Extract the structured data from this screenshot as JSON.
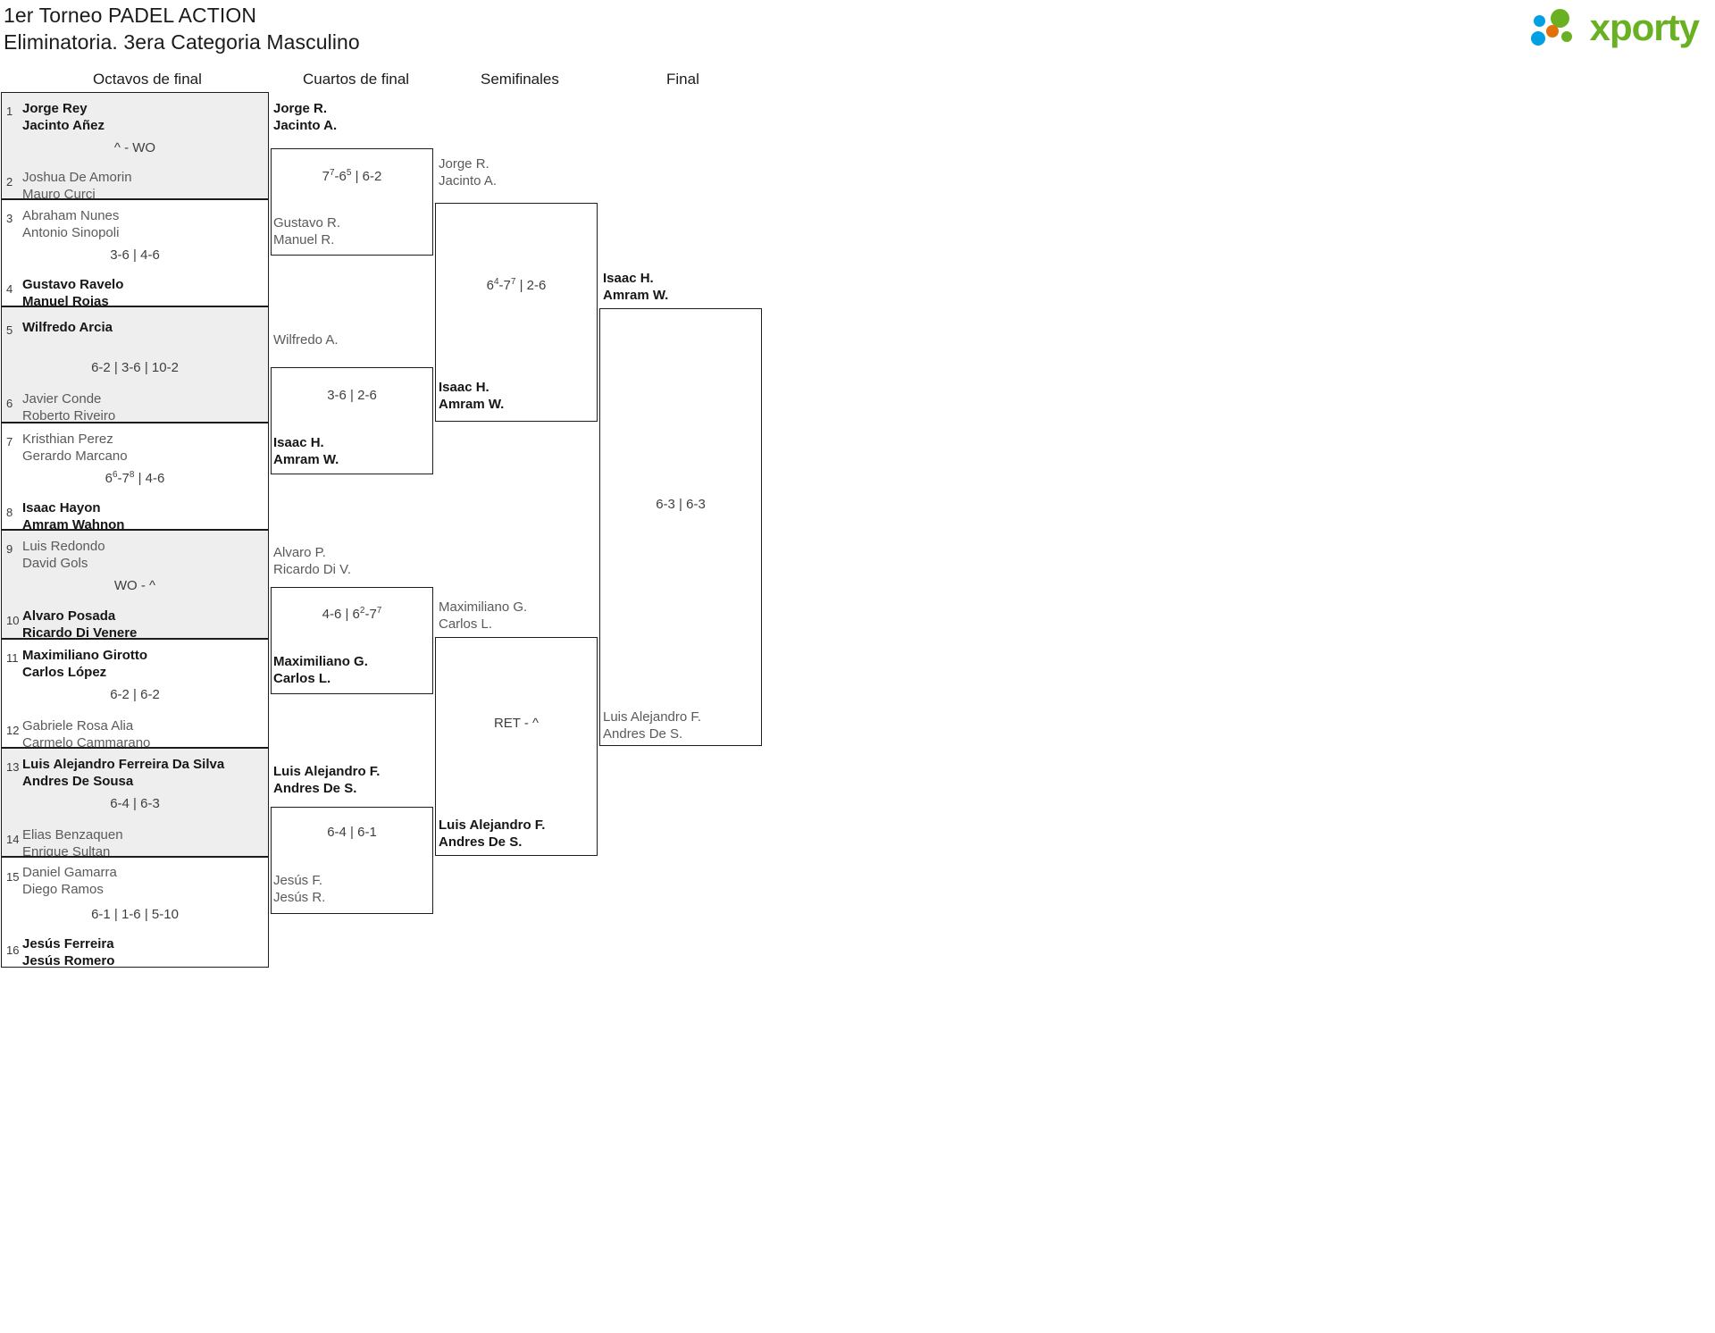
{
  "header": {
    "title_line1": "1er Torneo PADEL ACTION",
    "title_line2": "Eliminatoria. 3era Categoria Masculino",
    "logo_word": "xporty",
    "logo_colors": {
      "green": "#6ab023",
      "blue": "#00a0e2",
      "orange": "#e2700b"
    }
  },
  "rounds": [
    {
      "label": "Octavos de final"
    },
    {
      "label": "Cuartos de final"
    },
    {
      "label": "Semifinales"
    },
    {
      "label": "Final"
    }
  ],
  "r16": [
    {
      "seed_top": "1",
      "top_p1": "Jorge Rey",
      "top_p2": "Jacinto Añez",
      "top_winner": true,
      "seed_bot": "2",
      "bot_p1": "Joshua De Amorin",
      "bot_p2": "Mauro Curci",
      "bot_winner": false,
      "score": "^ - WO",
      "shaded": true
    },
    {
      "seed_top": "3",
      "top_p1": "Abraham Nunes",
      "top_p2": "Antonio Sinopoli",
      "top_winner": false,
      "seed_bot": "4",
      "bot_p1": "Gustavo Ravelo",
      "bot_p2": "Manuel Rojas",
      "bot_winner": true,
      "score": "3-6 | 4-6",
      "shaded": false
    },
    {
      "seed_top": "5",
      "top_p1": "Wilfredo Arcia",
      "top_p2": "",
      "top_winner": true,
      "seed_bot": "6",
      "bot_p1": "Javier Conde",
      "bot_p2": "Roberto Riveiro",
      "bot_winner": false,
      "score": "6-2 | 3-6 | 10-2",
      "shaded": true
    },
    {
      "seed_top": "7",
      "top_p1": "Kristhian Perez",
      "top_p2": "Gerardo Marcano",
      "top_winner": false,
      "seed_bot": "8",
      "bot_p1": "Isaac Hayon",
      "bot_p2": "Amram Wahnon",
      "bot_winner": true,
      "score": "6<sup>6</sup>-7<sup>8</sup> | 4-6",
      "shaded": false
    },
    {
      "seed_top": "9",
      "top_p1": "Luis Redondo",
      "top_p2": "David Gols",
      "top_winner": false,
      "seed_bot": "10",
      "bot_p1": "Alvaro Posada",
      "bot_p2": "Ricardo Di Venere",
      "bot_winner": true,
      "score": "WO - ^",
      "shaded": true
    },
    {
      "seed_top": "11",
      "top_p1": "Maximiliano Girotto",
      "top_p2": "Carlos López",
      "top_winner": true,
      "seed_bot": "12",
      "bot_p1": "Gabriele Rosa Alia",
      "bot_p2": "Carmelo Cammarano",
      "bot_winner": false,
      "score": "6-2 | 6-2",
      "shaded": false
    },
    {
      "seed_top": "13",
      "top_p1": "Luis Alejandro Ferreira Da Silva",
      "top_p2": "Andres De Sousa",
      "top_winner": true,
      "seed_bot": "14",
      "bot_p1": "Elias Benzaquen",
      "bot_p2": "Enrique Sultan",
      "bot_winner": false,
      "score": "6-4 | 6-3",
      "shaded": true
    },
    {
      "seed_top": "15",
      "top_p1": "Daniel Gamarra",
      "top_p2": "Diego Ramos",
      "top_winner": false,
      "seed_bot": "16",
      "bot_p1": "Jesús Ferreira",
      "bot_p2": "Jesús Romero",
      "bot_winner": true,
      "score": "6-1 | 1-6 | 5-10",
      "shaded": false
    }
  ],
  "quarters": [
    {
      "top_p1": "Jorge R.",
      "top_p2": "Jacinto A.",
      "top_winner": true,
      "bot_p1": "Gustavo R.",
      "bot_p2": "Manuel R.",
      "bot_winner": false,
      "score": "7<sup>7</sup>-6<sup>5</sup> | 6-2"
    },
    {
      "top_p1": "Wilfredo A.",
      "top_p2": "",
      "top_winner": false,
      "bot_p1": "Isaac H.",
      "bot_p2": "Amram W.",
      "bot_winner": true,
      "score": "3-6 | 2-6"
    },
    {
      "top_p1": "Alvaro P.",
      "top_p2": "Ricardo Di V.",
      "top_winner": false,
      "bot_p1": "Maximiliano G.",
      "bot_p2": "Carlos L.",
      "bot_winner": true,
      "score": "4-6 | 6<sup>2</sup>-7<sup>7</sup>"
    },
    {
      "top_p1": "Luis Alejandro F.",
      "top_p2": "Andres De S.",
      "top_winner": true,
      "bot_p1": "Jesús F.",
      "bot_p2": "Jesús R.",
      "bot_winner": false,
      "score": "6-4 | 6-1"
    }
  ],
  "semis": [
    {
      "top_p1": "Jorge R.",
      "top_p2": "Jacinto A.",
      "top_winner": false,
      "bot_p1": "Isaac H.",
      "bot_p2": "Amram W.",
      "bot_winner": true,
      "score": "6<sup>4</sup>-7<sup>7</sup> | 2-6"
    },
    {
      "top_p1": "Maximiliano G.",
      "top_p2": "Carlos L.",
      "top_winner": false,
      "bot_p1": "Luis Alejandro F.",
      "bot_p2": "Andres De S.",
      "bot_winner": true,
      "score": "RET - ^"
    }
  ],
  "final": {
    "top_p1": "Isaac H.",
    "top_p2": "Amram W.",
    "top_winner": true,
    "bot_p1": "Luis Alejandro F.",
    "bot_p2": "Andres De S.",
    "bot_winner": false,
    "score": "6-3 | 6-3"
  }
}
